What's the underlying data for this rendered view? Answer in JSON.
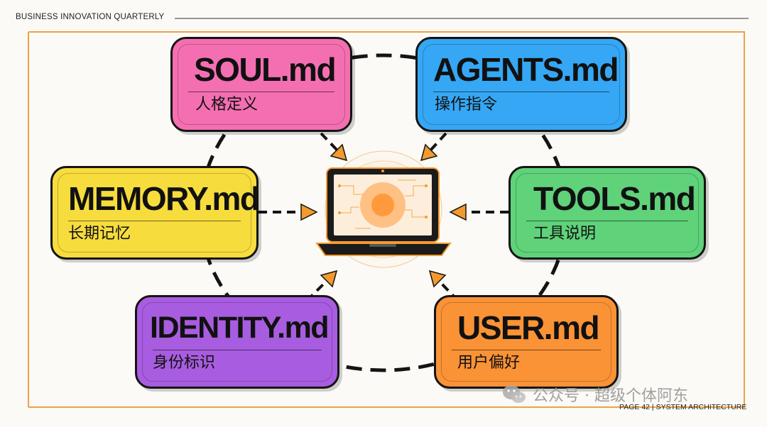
{
  "header": {
    "publication": "BUSINESS INNOVATION QUARTERLY"
  },
  "cards": {
    "soul": {
      "title": "SOUL.md",
      "subtitle": "人格定义",
      "color": "#f46fb1"
    },
    "agents": {
      "title": "AGENTS.md",
      "subtitle": "操作指令",
      "color": "#35a7f4"
    },
    "memory": {
      "title": "MEMORY.md",
      "subtitle": "长期记忆",
      "color": "#f7dc3e"
    },
    "tools": {
      "title": "TOOLS.md",
      "subtitle": "工具说明",
      "color": "#5fd27a"
    },
    "identity": {
      "title": "IDENTITY.md",
      "subtitle": "身份标识",
      "color": "#a85de0"
    },
    "user": {
      "title": "USER.md",
      "subtitle": "用户偏好",
      "color": "#fa9236"
    }
  },
  "footer": {
    "page": "PAGE 42",
    "section": "SYSTEM ARCHITECTURE"
  },
  "watermark": {
    "text": "公众号 · 超级个体阿东"
  },
  "colors": {
    "accent_orange": "#f39a2e",
    "frame_line": "#e9a445",
    "ink": "#141414"
  }
}
